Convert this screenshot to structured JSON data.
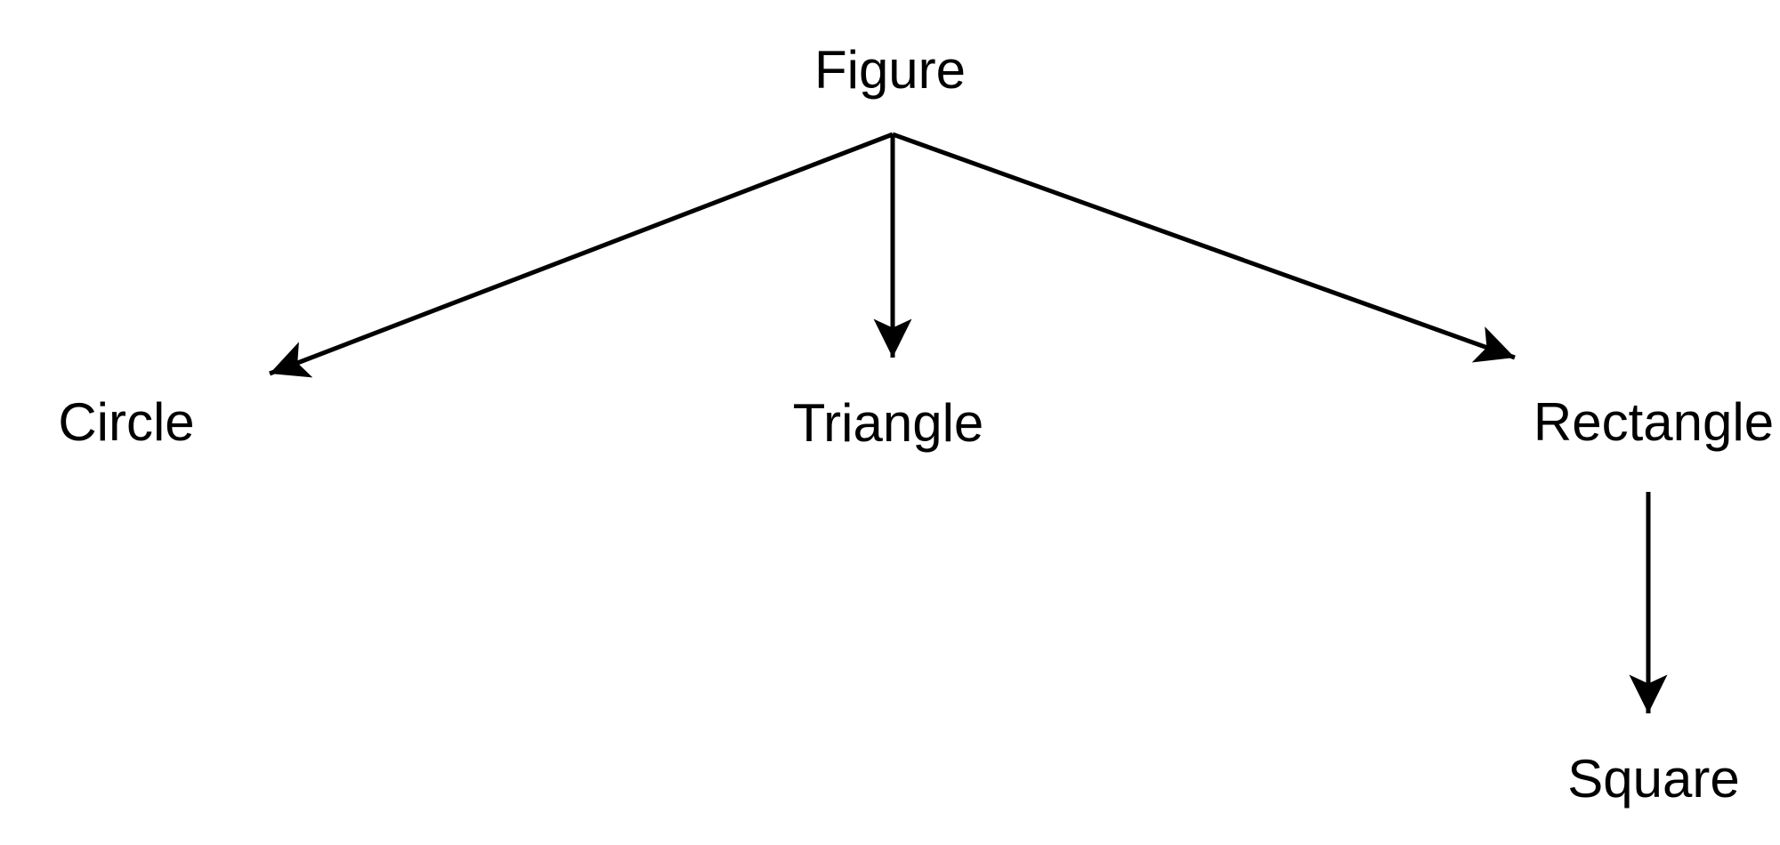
{
  "diagram": {
    "type": "tree",
    "background_color": "#ffffff",
    "line_color": "#000000",
    "text_color": "#000000",
    "nodes": [
      {
        "id": "figure",
        "label": "Figure"
      },
      {
        "id": "circle",
        "label": "Circle"
      },
      {
        "id": "triangle",
        "label": "Triangle"
      },
      {
        "id": "rectangle",
        "label": "Rectangle"
      },
      {
        "id": "square",
        "label": "Square"
      }
    ],
    "edges": [
      {
        "from": "Figure",
        "to": "Circle"
      },
      {
        "from": "Figure",
        "to": "Triangle"
      },
      {
        "from": "Figure",
        "to": "Rectangle"
      },
      {
        "from": "Rectangle",
        "to": "Square"
      }
    ]
  }
}
